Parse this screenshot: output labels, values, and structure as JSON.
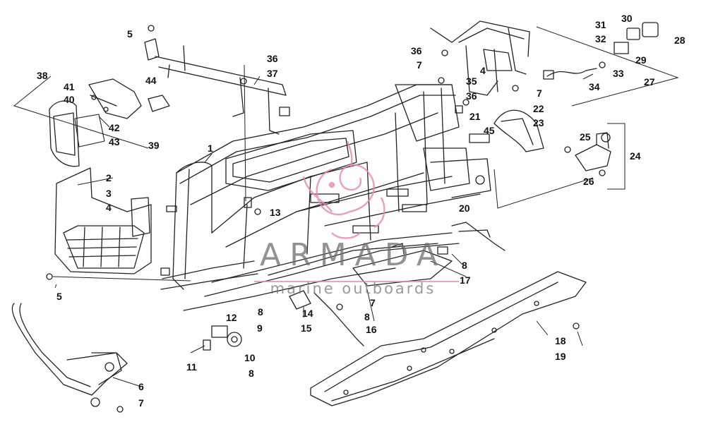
{
  "diagram": {
    "callouts": [
      {
        "id": "c1",
        "label": "1"
      },
      {
        "id": "c2",
        "label": "2"
      },
      {
        "id": "c3",
        "label": "3"
      },
      {
        "id": "c4a",
        "label": "4"
      },
      {
        "id": "c4b",
        "label": "4"
      },
      {
        "id": "c5a",
        "label": "5"
      },
      {
        "id": "c5b",
        "label": "5"
      },
      {
        "id": "c6",
        "label": "6"
      },
      {
        "id": "c7a",
        "label": "7"
      },
      {
        "id": "c7b",
        "label": "7"
      },
      {
        "id": "c7c",
        "label": "7"
      },
      {
        "id": "c7d",
        "label": "7"
      },
      {
        "id": "c8a",
        "label": "8"
      },
      {
        "id": "c8b",
        "label": "8"
      },
      {
        "id": "c8c",
        "label": "8"
      },
      {
        "id": "c8d",
        "label": "8"
      },
      {
        "id": "c9",
        "label": "9"
      },
      {
        "id": "c10",
        "label": "10"
      },
      {
        "id": "c11",
        "label": "11"
      },
      {
        "id": "c12",
        "label": "12"
      },
      {
        "id": "c13",
        "label": "13"
      },
      {
        "id": "c14",
        "label": "14"
      },
      {
        "id": "c15",
        "label": "15"
      },
      {
        "id": "c16",
        "label": "16"
      },
      {
        "id": "c17",
        "label": "17"
      },
      {
        "id": "c18",
        "label": "18"
      },
      {
        "id": "c19",
        "label": "19"
      },
      {
        "id": "c20",
        "label": "20"
      },
      {
        "id": "c21",
        "label": "21"
      },
      {
        "id": "c22",
        "label": "22"
      },
      {
        "id": "c23",
        "label": "23"
      },
      {
        "id": "c24",
        "label": "24"
      },
      {
        "id": "c25",
        "label": "25"
      },
      {
        "id": "c26",
        "label": "26"
      },
      {
        "id": "c27",
        "label": "27"
      },
      {
        "id": "c28",
        "label": "28"
      },
      {
        "id": "c29",
        "label": "29"
      },
      {
        "id": "c30",
        "label": "30"
      },
      {
        "id": "c31",
        "label": "31"
      },
      {
        "id": "c32",
        "label": "32"
      },
      {
        "id": "c33",
        "label": "33"
      },
      {
        "id": "c34",
        "label": "34"
      },
      {
        "id": "c35",
        "label": "35"
      },
      {
        "id": "c36a",
        "label": "36"
      },
      {
        "id": "c36b",
        "label": "36"
      },
      {
        "id": "c36c",
        "label": "36"
      },
      {
        "id": "c37",
        "label": "37"
      },
      {
        "id": "c38",
        "label": "38"
      },
      {
        "id": "c39",
        "label": "39"
      },
      {
        "id": "c40",
        "label": "40"
      },
      {
        "id": "c41",
        "label": "41"
      },
      {
        "id": "c42",
        "label": "42"
      },
      {
        "id": "c43",
        "label": "43"
      },
      {
        "id": "c44",
        "label": "44"
      },
      {
        "id": "c45",
        "label": "45"
      }
    ]
  },
  "watermark": {
    "brand": "ARMADA",
    "subtitle": "marine outboards",
    "logo_icon": "seahorse-logo-icon",
    "accent_color": "#e48ab4"
  }
}
